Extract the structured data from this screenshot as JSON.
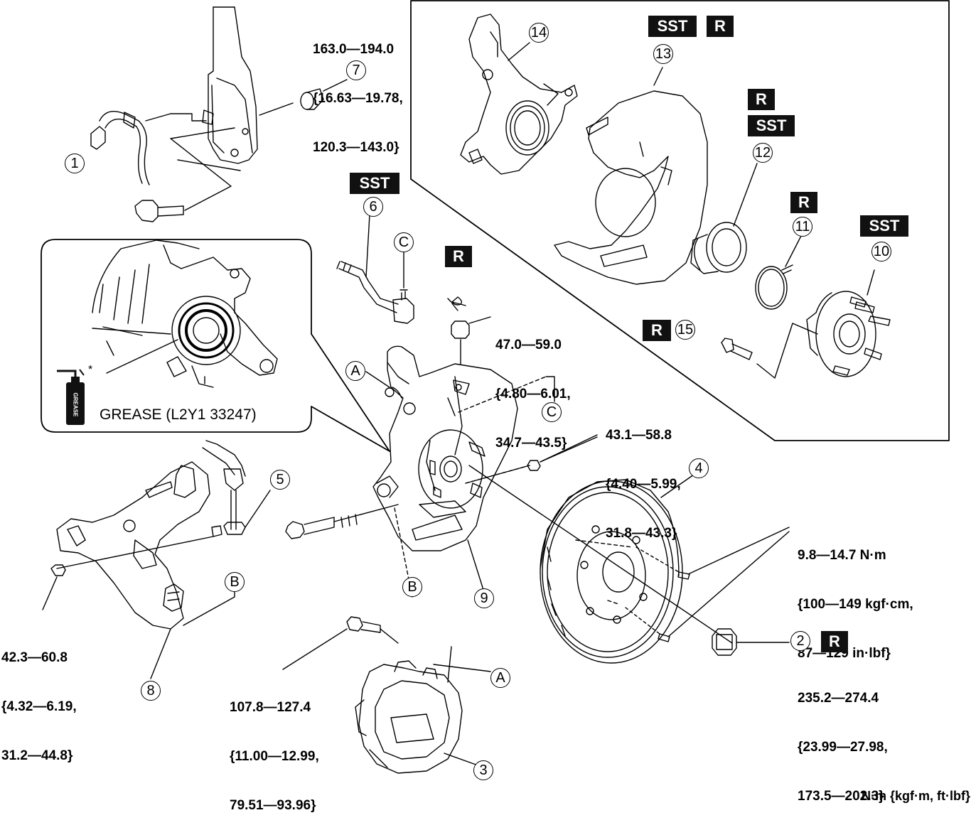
{
  "torques": {
    "t7": [
      "163.0—194.0",
      "{16.63—19.78,",
      "120.3—143.0}"
    ],
    "t_tierod": [
      "47.0—59.0",
      "{4.80—6.01,",
      "34.7—43.5}"
    ],
    "t_shield": [
      "43.1—58.8",
      "{4.40—5.99,",
      "31.8—43.3}"
    ],
    "t_discscrew": [
      "9.8—14.7 N·m",
      "{100—149 kgf·cm,",
      "87—129 in·lbf}"
    ],
    "t_hubnut": [
      "235.2—274.4",
      "{23.99—27.98,",
      "173.5—202.3}"
    ],
    "t_caliper": [
      "107.8—127.4",
      "{11.00—12.99,",
      "79.51—93.96}"
    ],
    "t_ball": [
      "42.3—60.8",
      "{4.32—6.19,",
      "31.2—44.8}"
    ]
  },
  "callouts": {
    "n1": "1",
    "n2": "2",
    "n3": "3",
    "n4": "4",
    "n5": "5",
    "n6": "6",
    "n7": "7",
    "n8": "8",
    "n9": "9",
    "n10": "10",
    "n11": "11",
    "n12": "12",
    "n13": "13",
    "n14": "14",
    "n15": "15",
    "a1": "A",
    "a2": "A",
    "b1": "B",
    "b2": "B",
    "c1": "C",
    "c2": "C"
  },
  "badges": {
    "sst": "SST",
    "r": "R"
  },
  "grease": {
    "label": "GREASE (L2Y1 33247)",
    "can_text": "GREASE",
    "marker": "*"
  },
  "unit_label": "N·m {kgf·m, ft·lbf}"
}
